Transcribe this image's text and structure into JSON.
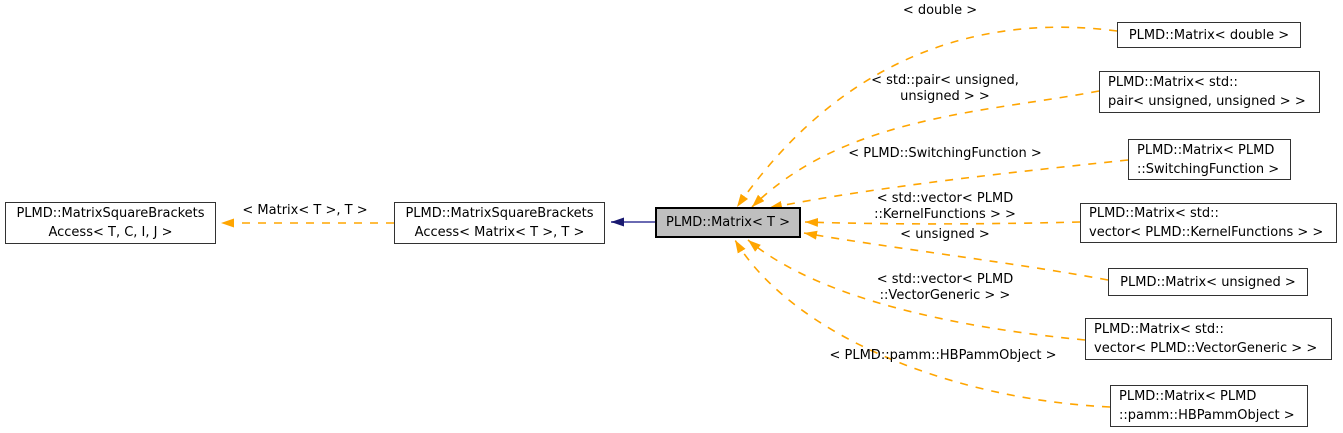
{
  "diagram": {
    "type": "doxygen-template-instantiation-graph",
    "colors": {
      "template_edge": "#ffa500",
      "inheritance_line": "#6a6ab2",
      "inheritance_arrowhead": "#191970",
      "node_border": "#323232",
      "node_fill": "#ffffff",
      "highlight_node_fill": "#bfbfbf",
      "text": "#000000"
    },
    "nodes": [
      {
        "id": "access-tcij",
        "lines": [
          "PLMD::MatrixSquareBrackets",
          "Access< T, C, I, J >"
        ]
      },
      {
        "id": "access-matrix-t",
        "lines": [
          "PLMD::MatrixSquareBrackets",
          "Access< Matrix< T >, T >"
        ]
      },
      {
        "id": "matrix-t",
        "lines": [
          "PLMD::Matrix< T >"
        ]
      },
      {
        "id": "matrix-double",
        "lines": [
          "PLMD::Matrix< double >"
        ]
      },
      {
        "id": "matrix-pair",
        "lines": [
          "PLMD::Matrix< std::",
          "pair< unsigned, unsigned > >"
        ]
      },
      {
        "id": "matrix-switching",
        "lines": [
          "PLMD::Matrix< PLMD",
          "::SwitchingFunction >"
        ]
      },
      {
        "id": "matrix-kernel",
        "lines": [
          "PLMD::Matrix< std::",
          "vector< PLMD::KernelFunctions > >"
        ]
      },
      {
        "id": "matrix-unsigned",
        "lines": [
          "PLMD::Matrix< unsigned >"
        ]
      },
      {
        "id": "matrix-vectorgen",
        "lines": [
          "PLMD::Matrix< std::",
          "vector< PLMD::VectorGeneric > >"
        ]
      },
      {
        "id": "matrix-hbpamm",
        "lines": [
          "PLMD::Matrix< PLMD",
          "::pamm::HBPammObject >"
        ]
      }
    ],
    "edge_labels": [
      {
        "id": "access-args",
        "lines": [
          "< Matrix< T >, T >"
        ]
      },
      {
        "id": "double-args",
        "lines": [
          "< double >"
        ]
      },
      {
        "id": "pair-args",
        "lines": [
          "< std::pair< unsigned,",
          "unsigned > >"
        ]
      },
      {
        "id": "switching-args",
        "lines": [
          "< PLMD::SwitchingFunction >"
        ]
      },
      {
        "id": "kernel-args",
        "lines": [
          "< std::vector< PLMD",
          "::KernelFunctions > >"
        ]
      },
      {
        "id": "unsigned-args",
        "lines": [
          "< unsigned >"
        ]
      },
      {
        "id": "vectorgen-args",
        "lines": [
          "< std::vector< PLMD",
          "::VectorGeneric > >"
        ]
      },
      {
        "id": "hbpamm-args",
        "lines": [
          "< PLMD::pamm::HBPammObject >"
        ]
      }
    ]
  }
}
